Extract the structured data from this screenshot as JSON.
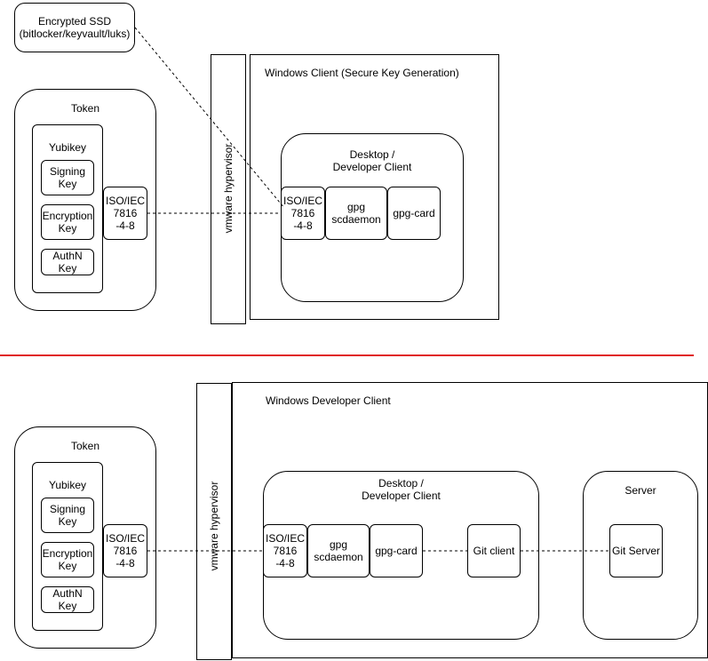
{
  "top": {
    "encrypted_ssd": "Encrypted SSD\n(bitlocker/keyvault/luks)",
    "token_title": "Token",
    "yubikey_title": "Yubikey",
    "signing_key": "Signing\nKey",
    "encryption_key": "Encryption\nKey",
    "authn_key": "AuthN\nKey",
    "iso_token": "ISO/IEC\n7816\n-4-8",
    "hypervisor": "vmware hypervisor",
    "windows_client": "Windows Client (Secure Key Generation)",
    "desktop_title": "Desktop /\nDeveloper Client",
    "iso_desktop": "ISO/IEC\n7816\n-4-8",
    "gpg_scdaemon": "gpg\nscdaemon",
    "gpg_card": "gpg-card"
  },
  "divider_color": "#e02020",
  "bottom": {
    "token_title": "Token",
    "yubikey_title": "Yubikey",
    "signing_key": "Signing\nKey",
    "encryption_key": "Encryption\nKey",
    "authn_key": "AuthN\nKey",
    "iso_token": "ISO/IEC\n7816\n-4-8",
    "hypervisor": "vmware hypervisor",
    "windows_client": "Windows Developer Client",
    "desktop_title": "Desktop /\nDeveloper Client",
    "iso_desktop": "ISO/IEC\n7816\n-4-8",
    "gpg_scdaemon": "gpg\nscdaemon",
    "gpg_card": "gpg-card",
    "git_client": "Git client",
    "server_title": "Server",
    "git_server": "Git Server"
  }
}
